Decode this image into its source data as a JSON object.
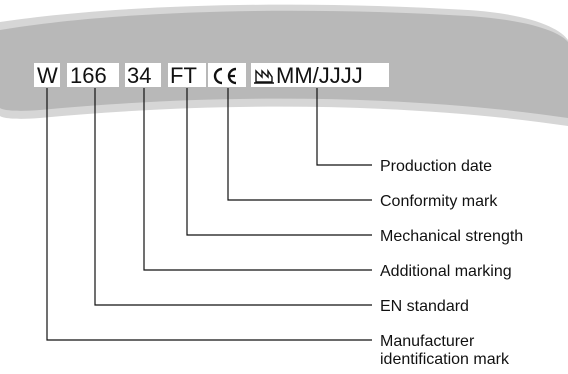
{
  "marking": {
    "manufacturer": "W",
    "standard": "166",
    "additional": "34",
    "strength": "FT",
    "conformity": "CE",
    "date": "MM/JJJJ"
  },
  "labels": {
    "production_date": "Production date",
    "conformity_mark": "Conformity mark",
    "mechanical_strength": "Mechanical strength",
    "additional_marking": "Additional marking",
    "en_standard": "EN standard",
    "manufacturer_line1": "Manufacturer",
    "manufacturer_line2": "identification mark"
  },
  "colors": {
    "band_fill": "#b8b8b8",
    "band_shadow": "#d6d6d6",
    "text": "#111111"
  },
  "icons": {
    "conformity": "ce-mark-icon",
    "production": "factory-date-icon"
  }
}
